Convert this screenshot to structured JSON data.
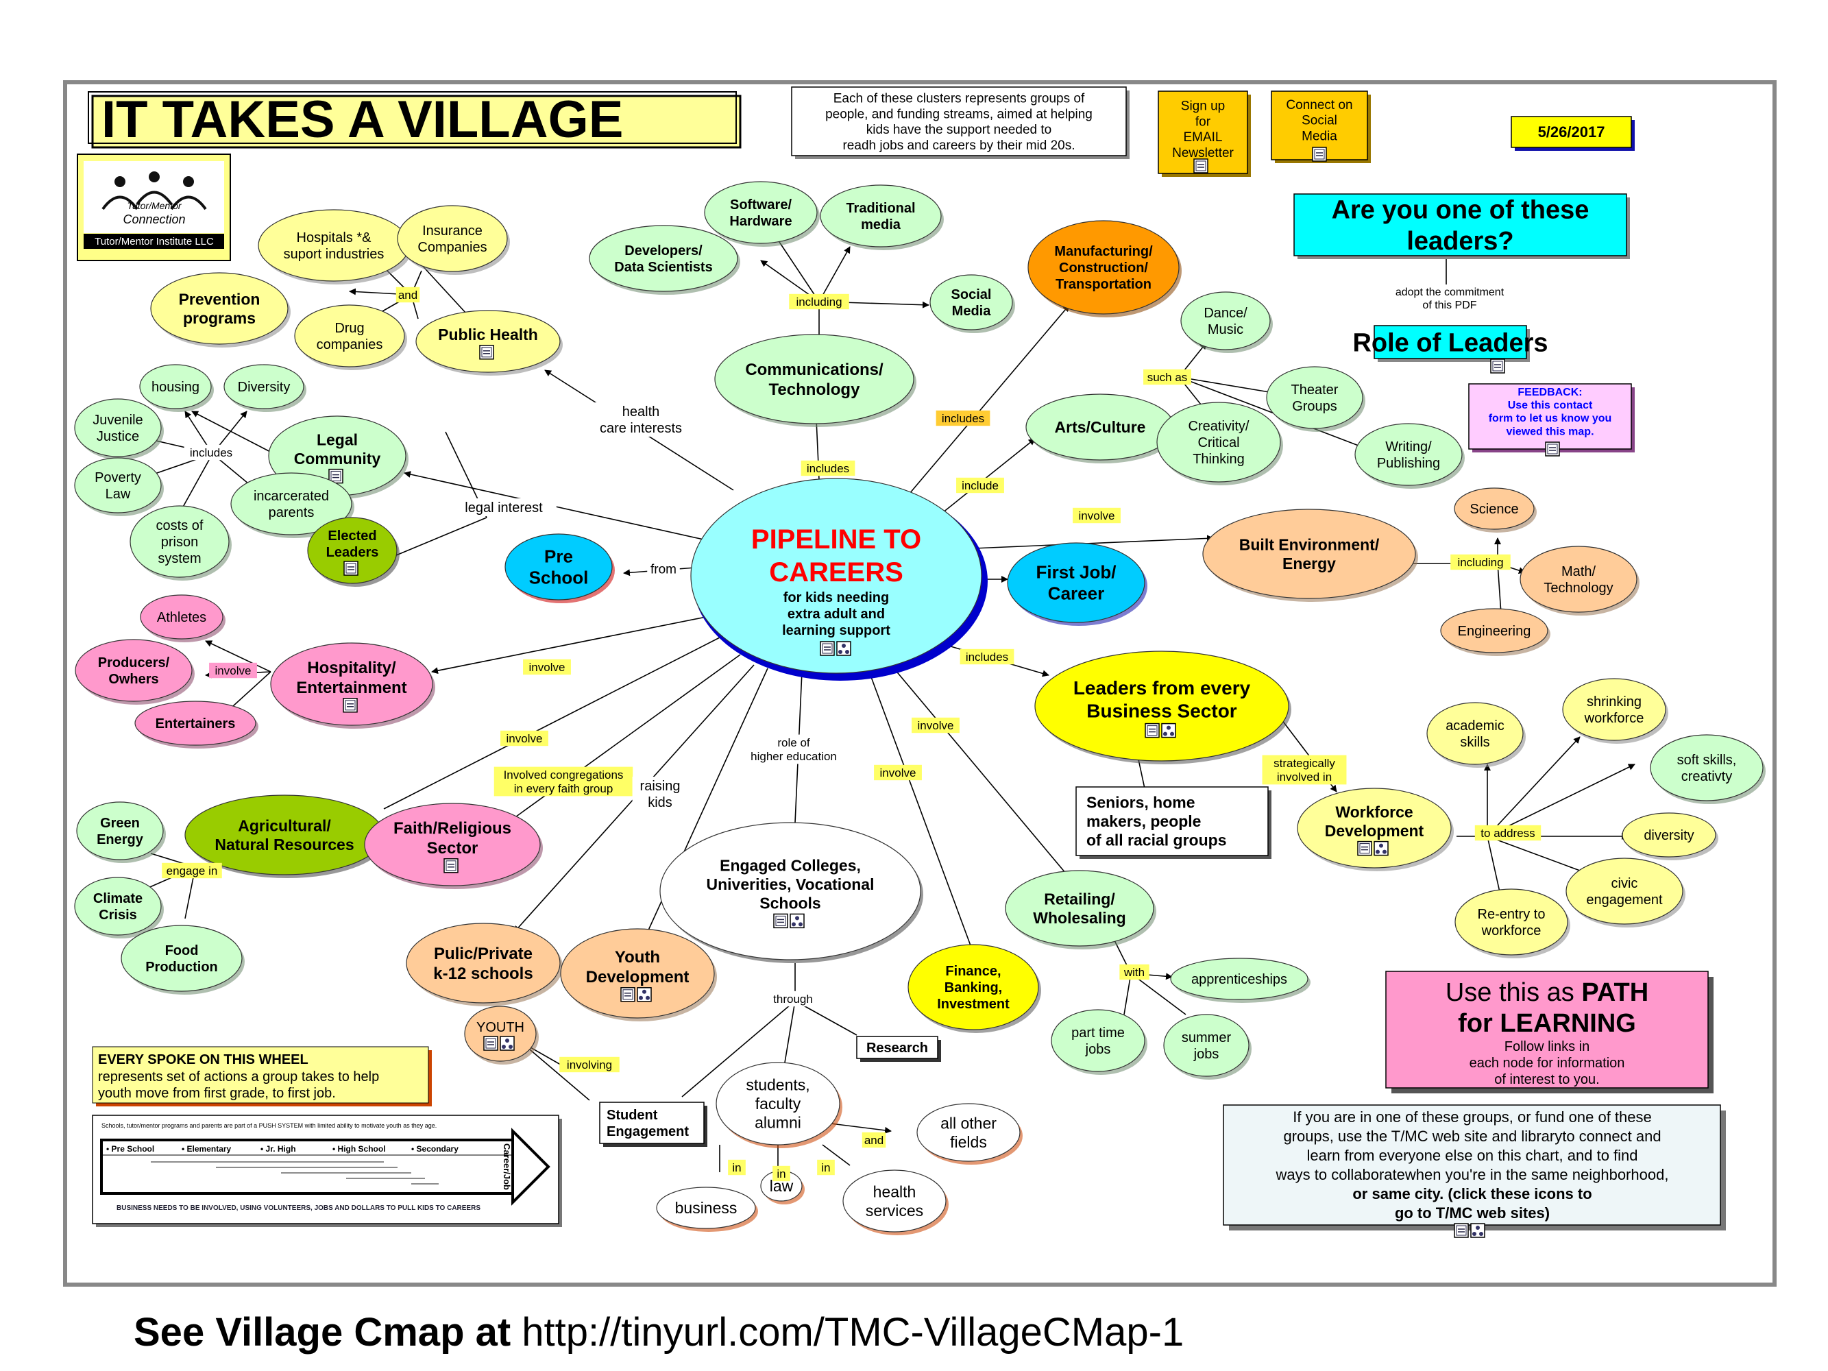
{
  "title": "IT TAKES A VILLAGE",
  "intro_note": [
    "Each of these clusters represents groups of",
    "people, and funding streams, aimed at helping",
    "kids have the support needed to",
    "readh jobs and careers by their mid 20s."
  ],
  "signup_button": [
    "Sign up",
    "for",
    "EMAIL",
    "Newsletter"
  ],
  "social_button": [
    "Connect on",
    "Social",
    "Media"
  ],
  "date": "5/26/2017",
  "leaders_question": [
    "Are you one of these",
    "leaders?"
  ],
  "leaders_commitment": [
    "adopt the commitment",
    "of this PDF"
  ],
  "role_of_leaders": "Role of Leaders",
  "feedback": [
    "FEEDBACK:",
    "Use this contact",
    "form to let us know you",
    "viewed this map."
  ],
  "logo": {
    "line1": "Tutor/Mentor",
    "line2": "Connection",
    "footer": "Tutor/Mentor Institute LLC"
  },
  "center": {
    "title": [
      "PIPELINE TO",
      "CAREERS"
    ],
    "subtitle": [
      "for kids needing",
      "extra adult and",
      "learning support"
    ]
  },
  "nodes": {
    "hospitals": [
      "Hospitals *&",
      "suport industries"
    ],
    "insurance": [
      "Insurance",
      "Companies"
    ],
    "prevention": [
      "Prevention",
      "programs"
    ],
    "drug": [
      "Drug",
      "companies"
    ],
    "public_health": [
      "Public Health"
    ],
    "housing": [
      "housing"
    ],
    "diversity_top": [
      "Diversity"
    ],
    "juvenile": [
      "Juvenile",
      "Justice"
    ],
    "legal_community": [
      "Legal",
      "Community"
    ],
    "poverty_law": [
      "Poverty",
      "Law"
    ],
    "incarcerated": [
      "incarcerated",
      "parents"
    ],
    "prison_costs": [
      "costs of",
      "prison",
      "system"
    ],
    "elected": [
      "Elected",
      "Leaders"
    ],
    "preschool": [
      "Pre",
      "School"
    ],
    "software": [
      "Software/",
      "Hardware"
    ],
    "traditional_media": [
      "Traditional",
      "media"
    ],
    "developers": [
      "Developers/",
      "Data Scientists"
    ],
    "social_media": [
      "Social",
      "Media"
    ],
    "communications": [
      "Communications/",
      "Technology"
    ],
    "manufacturing": [
      "Manufacturing/",
      "Construction/",
      "Transportation"
    ],
    "dance": [
      "Dance/",
      "Music"
    ],
    "theater": [
      "Theater",
      "Groups"
    ],
    "arts": [
      "Arts/Culture"
    ],
    "creativity": [
      "Creativity/",
      "Critical",
      "Thinking"
    ],
    "writing": [
      "Writing/",
      "Publishing"
    ],
    "built_env": [
      "Built Environment/",
      "Energy"
    ],
    "science": [
      "Science"
    ],
    "math": [
      "Math/",
      "Technology"
    ],
    "engineering": [
      "Engineering"
    ],
    "first_job": [
      "First Job/",
      "Career"
    ],
    "athletes": [
      "Athletes"
    ],
    "producers": [
      "Producers/",
      "Owhers"
    ],
    "hospitality": [
      "Hospitality/",
      "Entertainment"
    ],
    "entertainers": [
      "Entertainers"
    ],
    "leaders_business": [
      "Leaders from every",
      "Business Sector"
    ],
    "seniors": [
      "Seniors, home",
      "makers, people",
      "of all racial groups"
    ],
    "green_energy": [
      "Green",
      "Energy"
    ],
    "agricultural": [
      "Agricultural/",
      "Natural Resources"
    ],
    "faith": [
      "Faith/Religious",
      "Sector"
    ],
    "climate": [
      "Climate",
      "Crisis"
    ],
    "food": [
      "Food",
      "Production"
    ],
    "workforce": [
      "Workforce",
      "Development"
    ],
    "academic": [
      "academic",
      "skills"
    ],
    "shrinking": [
      "shrinking",
      "workforce"
    ],
    "soft_skills": [
      "soft skills,",
      "creativty"
    ],
    "diversity_right": [
      "diversity"
    ],
    "civic": [
      "civic",
      "engagement"
    ],
    "reentry": [
      "Re-entry to",
      "workforce"
    ],
    "colleges": [
      "Engaged Colleges,",
      "Univerities, Vocational",
      "Schools"
    ],
    "k12": [
      "Pulic/Private",
      "k-12 schools"
    ],
    "youth_dev": [
      "Youth",
      "Development"
    ],
    "finance": [
      "Finance,",
      "Banking,",
      "Investment"
    ],
    "retailing": [
      "Retailing/",
      "Wholesaling"
    ],
    "apprenticeships": [
      "apprenticeships"
    ],
    "part_time": [
      "part time",
      "jobs"
    ],
    "summer": [
      "summer",
      "jobs"
    ],
    "youth": [
      "YOUTH"
    ],
    "research": [
      "Research"
    ],
    "student_engagement": [
      "Student",
      "Engagement"
    ],
    "students": [
      "students,",
      "faculty",
      "alumni"
    ],
    "all_other": [
      "all other",
      "fields"
    ],
    "business": [
      "business"
    ],
    "law": [
      "law"
    ],
    "health_services": [
      "health",
      "services"
    ]
  },
  "links": {
    "and": "and",
    "health_care": [
      "health",
      "care interests"
    ],
    "legal_interest": "legal interest",
    "includes_legal": "includes",
    "from": "from",
    "including_comm": "including",
    "includes_comm": "includes",
    "includes_mfg": "includes",
    "such_as": "such as",
    "include_arts": "include",
    "involve_built": "involve",
    "including_built": "including",
    "involve_hosp": "involve",
    "involve_hosp2": "involve",
    "includes_leaders": "includes",
    "strategically": [
      "strategically",
      "involved in"
    ],
    "involve_agri": "involve",
    "congregations": [
      "Involved congregations",
      "in every faith group"
    ],
    "raising": [
      "raising",
      "kids"
    ],
    "higher_ed": [
      "role of",
      "higher education"
    ],
    "involve_fin": "involve",
    "involve_retail": "involve",
    "engage_in": "engage in",
    "to_address": "to address",
    "with": "with",
    "through": "through",
    "involving": "involving",
    "and_fields": "and",
    "in1": "in",
    "in2": "in",
    "in3": "in"
  },
  "spoke_note": {
    "title": "EVERY SPOKE ON THIS WHEEL",
    "lines": [
      "represents set of actions a group takes to help",
      "youth move from first grade, to first job."
    ]
  },
  "pipeline_graphic": {
    "header": "Schools, tutor/mentor programs and parents are part of a PUSH SYSTEM with limited ability to motivate youth as they age.",
    "stages": [
      "• Pre School",
      "• Elementary",
      "• Jr. High",
      "• High School",
      "• Secondary"
    ],
    "arrow_label": "Career/Job",
    "footer": "BUSINESS NEEDS TO BE INVOLVED, USING VOLUNTEERS, JOBS AND DOLLARS TO PULL KIDS TO CAREERS"
  },
  "path_learning": {
    "line1_pre": "Use this as ",
    "line1_bold": "PATH",
    "line2": "for LEARNING",
    "sub": [
      "Follow links in",
      "each node for information",
      "of interest to you."
    ]
  },
  "info_box": [
    "If you are in one of these  groups, or fund one of these",
    "groups, use the T/MC web  site and libraryto connect and",
    "learn from everyone else on this chart, and to find",
    "ways to collaboratewhen you're  in the same neighborhood,",
    "or same city.  (click these icons to",
    "go to T/MC web sites)"
  ],
  "caption": {
    "bold": "See Village Cmap at",
    "url": " http://tinyurl.com/TMC-VillageCMap-1"
  },
  "colors": {
    "light_green": "#ccffcc",
    "yellow_light": "#ffff99",
    "yellow": "#ffff00",
    "cyan": "#99ffff",
    "orange": "#ff9900",
    "peach": "#ffcc99",
    "pink": "#ff99cc",
    "olive": "#99cc00",
    "pipeline_red": "#ff0000",
    "feedback_blue": "#0000ff"
  }
}
